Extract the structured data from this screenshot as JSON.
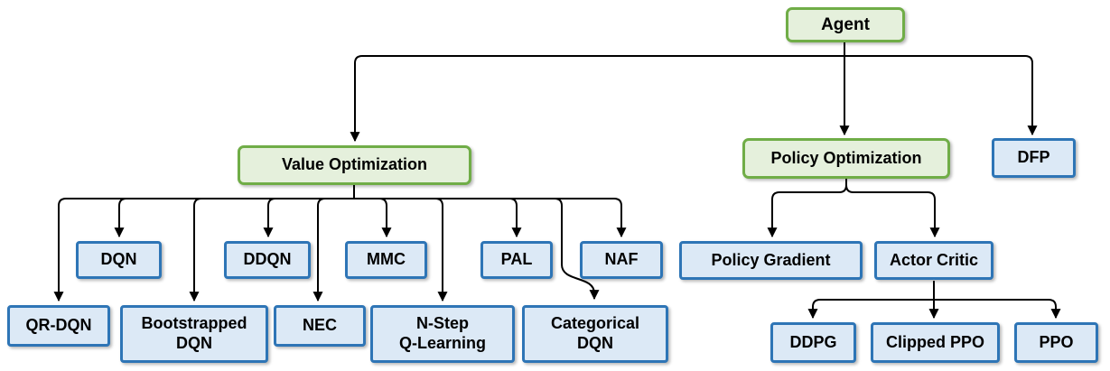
{
  "diagram": {
    "description": "Reinforcement learning agent algorithm taxonomy flowchart",
    "colors": {
      "category_fill": "#e5f0dc",
      "category_border": "#70ad47",
      "algorithm_fill": "#dce9f6",
      "algorithm_border": "#2e75b6",
      "connector": "#000000",
      "text": "#000000",
      "background": "#ffffff"
    },
    "nodes": {
      "agent": {
        "label": "Agent",
        "kind": "category"
      },
      "value_optimization": {
        "label": "Value Optimization",
        "kind": "category"
      },
      "policy_optimization": {
        "label": "Policy Optimization",
        "kind": "category"
      },
      "dfp": {
        "label": "DFP",
        "kind": "algorithm"
      },
      "dqn": {
        "label": "DQN",
        "kind": "algorithm"
      },
      "ddqn": {
        "label": "DDQN",
        "kind": "algorithm"
      },
      "mmc": {
        "label": "MMC",
        "kind": "algorithm"
      },
      "pal": {
        "label": "PAL",
        "kind": "algorithm"
      },
      "naf": {
        "label": "NAF",
        "kind": "algorithm"
      },
      "qr_dqn": {
        "label": "QR-DQN",
        "kind": "algorithm"
      },
      "bootstrapped_dqn": {
        "label": "Bootstrapped\nDQN",
        "kind": "algorithm"
      },
      "nec": {
        "label": "NEC",
        "kind": "algorithm"
      },
      "n_step_q_learning": {
        "label": "N-Step\nQ-Learning",
        "kind": "algorithm"
      },
      "categorical_dqn": {
        "label": "Categorical\nDQN",
        "kind": "algorithm"
      },
      "policy_gradient": {
        "label": "Policy Gradient",
        "kind": "algorithm"
      },
      "actor_critic": {
        "label": "Actor Critic",
        "kind": "algorithm"
      },
      "ddpg": {
        "label": "DDPG",
        "kind": "algorithm"
      },
      "clipped_ppo": {
        "label": "Clipped PPO",
        "kind": "algorithm"
      },
      "ppo": {
        "label": "PPO",
        "kind": "algorithm"
      }
    },
    "edges": [
      {
        "from": "agent",
        "to": "value_optimization"
      },
      {
        "from": "agent",
        "to": "policy_optimization"
      },
      {
        "from": "agent",
        "to": "dfp"
      },
      {
        "from": "value_optimization",
        "to": "dqn"
      },
      {
        "from": "value_optimization",
        "to": "ddqn"
      },
      {
        "from": "value_optimization",
        "to": "mmc"
      },
      {
        "from": "value_optimization",
        "to": "pal"
      },
      {
        "from": "value_optimization",
        "to": "naf"
      },
      {
        "from": "value_optimization",
        "to": "qr_dqn"
      },
      {
        "from": "value_optimization",
        "to": "bootstrapped_dqn"
      },
      {
        "from": "value_optimization",
        "to": "nec"
      },
      {
        "from": "value_optimization",
        "to": "n_step_q_learning"
      },
      {
        "from": "value_optimization",
        "to": "categorical_dqn"
      },
      {
        "from": "policy_optimization",
        "to": "policy_gradient"
      },
      {
        "from": "policy_optimization",
        "to": "actor_critic"
      },
      {
        "from": "actor_critic",
        "to": "ddpg"
      },
      {
        "from": "actor_critic",
        "to": "clipped_ppo"
      },
      {
        "from": "actor_critic",
        "to": "ppo"
      }
    ]
  }
}
